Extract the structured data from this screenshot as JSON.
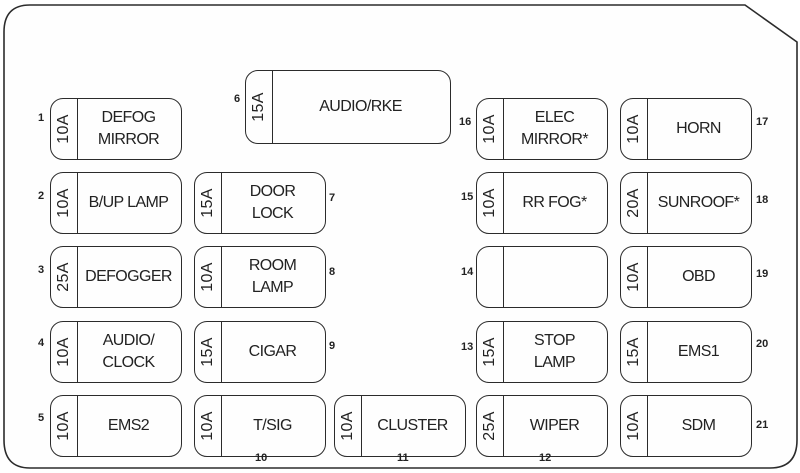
{
  "diagram": {
    "title": "Fuse box layout",
    "fuses": [
      {
        "id": "1",
        "amp": "10A",
        "label": "DEFOG\nMIRROR"
      },
      {
        "id": "2",
        "amp": "10A",
        "label": "B/UP LAMP"
      },
      {
        "id": "3",
        "amp": "25A",
        "label": "DEFOGGER"
      },
      {
        "id": "4",
        "amp": "10A",
        "label": "AUDIO/\nCLOCK"
      },
      {
        "id": "5",
        "amp": "10A",
        "label": "EMS2"
      },
      {
        "id": "6",
        "amp": "15A",
        "label": "AUDIO/RKE"
      },
      {
        "id": "7",
        "amp": "15A",
        "label": "DOOR\nLOCK"
      },
      {
        "id": "8",
        "amp": "10A",
        "label": "ROOM\nLAMP"
      },
      {
        "id": "9",
        "amp": "15A",
        "label": "CIGAR"
      },
      {
        "id": "10",
        "amp": "10A",
        "label": "T/SIG"
      },
      {
        "id": "11",
        "amp": "10A",
        "label": "CLUSTER"
      },
      {
        "id": "12",
        "amp": "25A",
        "label": "WIPER"
      },
      {
        "id": "13",
        "amp": "15A",
        "label": "STOP\nLAMP"
      },
      {
        "id": "14",
        "amp": "",
        "label": ""
      },
      {
        "id": "15",
        "amp": "10A",
        "label": "RR FOG*"
      },
      {
        "id": "16",
        "amp": "10A",
        "label": "ELEC\nMIRROR*"
      },
      {
        "id": "17",
        "amp": "10A",
        "label": "HORN"
      },
      {
        "id": "18",
        "amp": "20A",
        "label": "SUNROOF*"
      },
      {
        "id": "19",
        "amp": "10A",
        "label": "OBD"
      },
      {
        "id": "20",
        "amp": "15A",
        "label": "EMS1"
      },
      {
        "id": "21",
        "amp": "10A",
        "label": "SDM"
      }
    ]
  }
}
